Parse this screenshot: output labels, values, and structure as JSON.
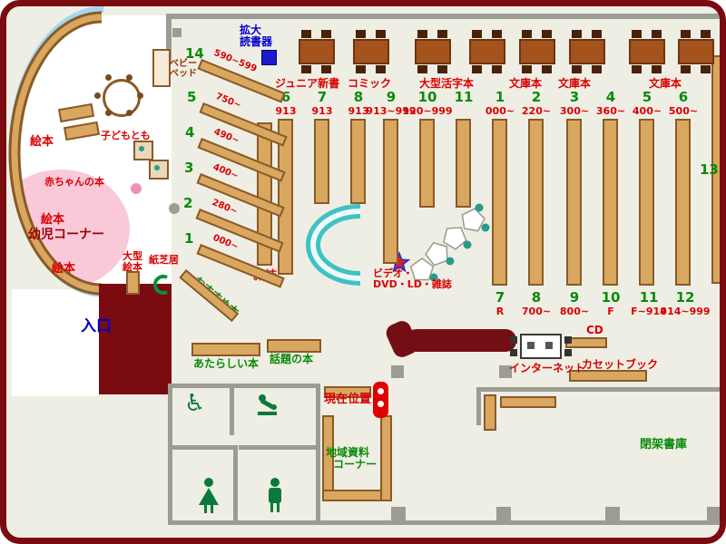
{
  "colors": {
    "outer_wall": "#7a0b10",
    "shelf_wood": "#d9a75f",
    "shelf_edge": "#8a5a28",
    "floor": "#efeee4",
    "children_floor": "#ffffff",
    "toddler_area_pink": "#f9c9da",
    "accent_cyan": "#3fc2c4",
    "label_red": "#da0000",
    "label_green": "#0a8a0a",
    "label_blue": "#0000cb",
    "wall_gray": "#9c9c92"
  },
  "icons": {
    "wheelchair": "♿"
  },
  "labels": {
    "entrance": "入口",
    "magnifier_line1": "拡大",
    "magnifier_line2": "読書器",
    "baby_bed_line1": "ベビー",
    "baby_bed_line2": "ベッド",
    "kodomotomo": "子どもとも",
    "picture_books": "絵本",
    "baby_books": "赤ちゃんの本",
    "toddler_corner": "幼児コーナー",
    "large_picture_books_line1": "大型",
    "large_picture_books_line2": "絵本",
    "kamishibai": "紙芝居",
    "recommended_books": "おすすめ本",
    "magazines": "雑誌",
    "video_line1": "ビデオ・",
    "video_line2": "DVD・LD・雑誌",
    "cd": "CD",
    "internet": "インターネット",
    "cassette_books": "カセットブック",
    "new_books": "あたらしい本",
    "topic_books": "話題の本",
    "current_location": "現在位置",
    "regional_line1": "地域資料",
    "regional_line2": "コーナー",
    "closed_stacks": "閉架書庫",
    "shelf_13": "13"
  },
  "top_sections": [
    "ジュニア新書",
    "コミック",
    "大型活字本",
    "文庫本",
    "文庫本",
    "文庫本"
  ],
  "stack_columns_top": [
    {
      "no": "6",
      "range": "913"
    },
    {
      "no": "7",
      "range": "913"
    },
    {
      "no": "8",
      "range": "913"
    },
    {
      "no": "9",
      "range": "913~919"
    },
    {
      "no": "10",
      "range": "920~999"
    },
    {
      "no": "11",
      "range": ""
    },
    {
      "no": "1",
      "range": "000~"
    },
    {
      "no": "2",
      "range": "220~"
    },
    {
      "no": "3",
      "range": "300~"
    },
    {
      "no": "4",
      "range": "360~"
    },
    {
      "no": "5",
      "range": "400~"
    },
    {
      "no": "6",
      "range": "500~"
    }
  ],
  "stack_columns_bottom": [
    {
      "no": "7",
      "range": "R"
    },
    {
      "no": "8",
      "range": "700~"
    },
    {
      "no": "9",
      "range": "800~"
    },
    {
      "no": "10",
      "range": "F"
    },
    {
      "no": "11",
      "range": "F~914"
    },
    {
      "no": "12",
      "range": "914~999"
    }
  ],
  "fan_shelves": [
    {
      "no": "14",
      "range": "590~599"
    },
    {
      "no": "5",
      "range": "750~"
    },
    {
      "no": "4",
      "range": "490~"
    },
    {
      "no": "3",
      "range": "400~"
    },
    {
      "no": "2",
      "range": "280~"
    },
    {
      "no": "1",
      "range": "000~"
    }
  ]
}
